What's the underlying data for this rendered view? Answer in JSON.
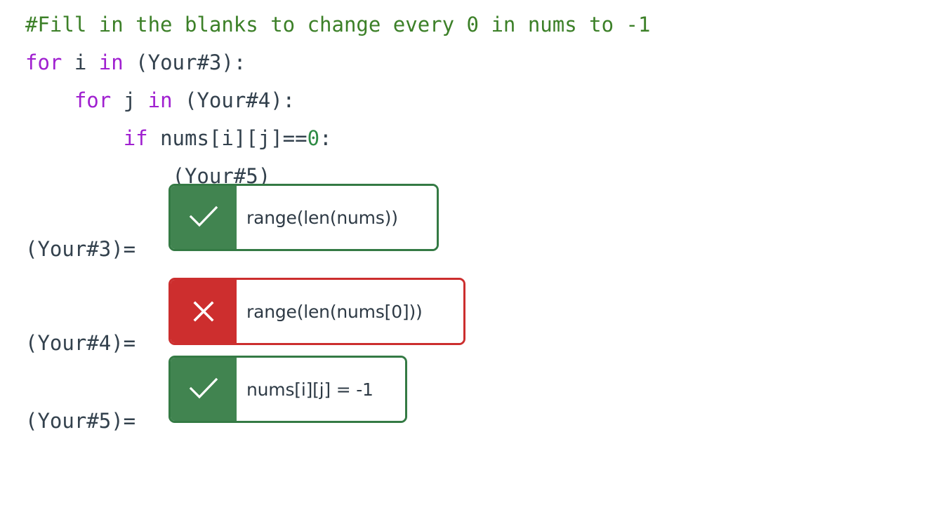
{
  "code": {
    "lines": [
      {
        "id": "comment-line",
        "tokens": [
          {
            "cls": "tok-comment",
            "text": "#Fill in the blanks to change every 0 in nums to -1"
          }
        ]
      },
      {
        "id": "for-i-line",
        "tokens": [
          {
            "cls": "tok-keyword",
            "text": "for"
          },
          {
            "cls": "tok-plain",
            "text": " i "
          },
          {
            "cls": "tok-keyword",
            "text": "in"
          },
          {
            "cls": "tok-plain",
            "text": " (Your#3):"
          }
        ]
      },
      {
        "id": "for-j-line",
        "tokens": [
          {
            "cls": "tok-plain",
            "text": "    "
          },
          {
            "cls": "tok-keyword",
            "text": "for"
          },
          {
            "cls": "tok-plain",
            "text": " j "
          },
          {
            "cls": "tok-keyword",
            "text": "in"
          },
          {
            "cls": "tok-plain",
            "text": " (Your#4):"
          }
        ]
      },
      {
        "id": "if-line",
        "tokens": [
          {
            "cls": "tok-plain",
            "text": "        "
          },
          {
            "cls": "tok-keyword",
            "text": "if"
          },
          {
            "cls": "tok-plain",
            "text": " nums[i][j]=="
          },
          {
            "cls": "tok-number",
            "text": "0"
          },
          {
            "cls": "tok-plain",
            "text": ":"
          }
        ]
      },
      {
        "id": "your5-line",
        "tokens": [
          {
            "cls": "tok-plain",
            "text": "            (Your#5)"
          }
        ]
      }
    ]
  },
  "answers": [
    {
      "label": "(Your#3)=",
      "value": "range(len(nums))",
      "status": "correct",
      "icon": "check-icon",
      "width_class": "box-w1",
      "gap_class": "row-gap-1"
    },
    {
      "label": "(Your#4)=",
      "value": "range(len(nums[0]))",
      "status": "wrong",
      "icon": "cross-icon",
      "width_class": "box-w2",
      "gap_class": "row-gap-2"
    },
    {
      "label": "(Your#5)=",
      "value": "nums[i][j] = -1",
      "status": "correct",
      "icon": "check-icon",
      "width_class": "box-w3",
      "gap_class": ""
    }
  ],
  "colors": {
    "correct_green": "#418450",
    "correct_border": "#347a44",
    "wrong_red": "#cd2e2e",
    "comment_green": "#3c8028",
    "keyword_purple": "#a020d0",
    "number_green": "#2e8b45",
    "code_text": "#33414d",
    "answer_text": "#2e3a45",
    "background": "#ffffff"
  }
}
